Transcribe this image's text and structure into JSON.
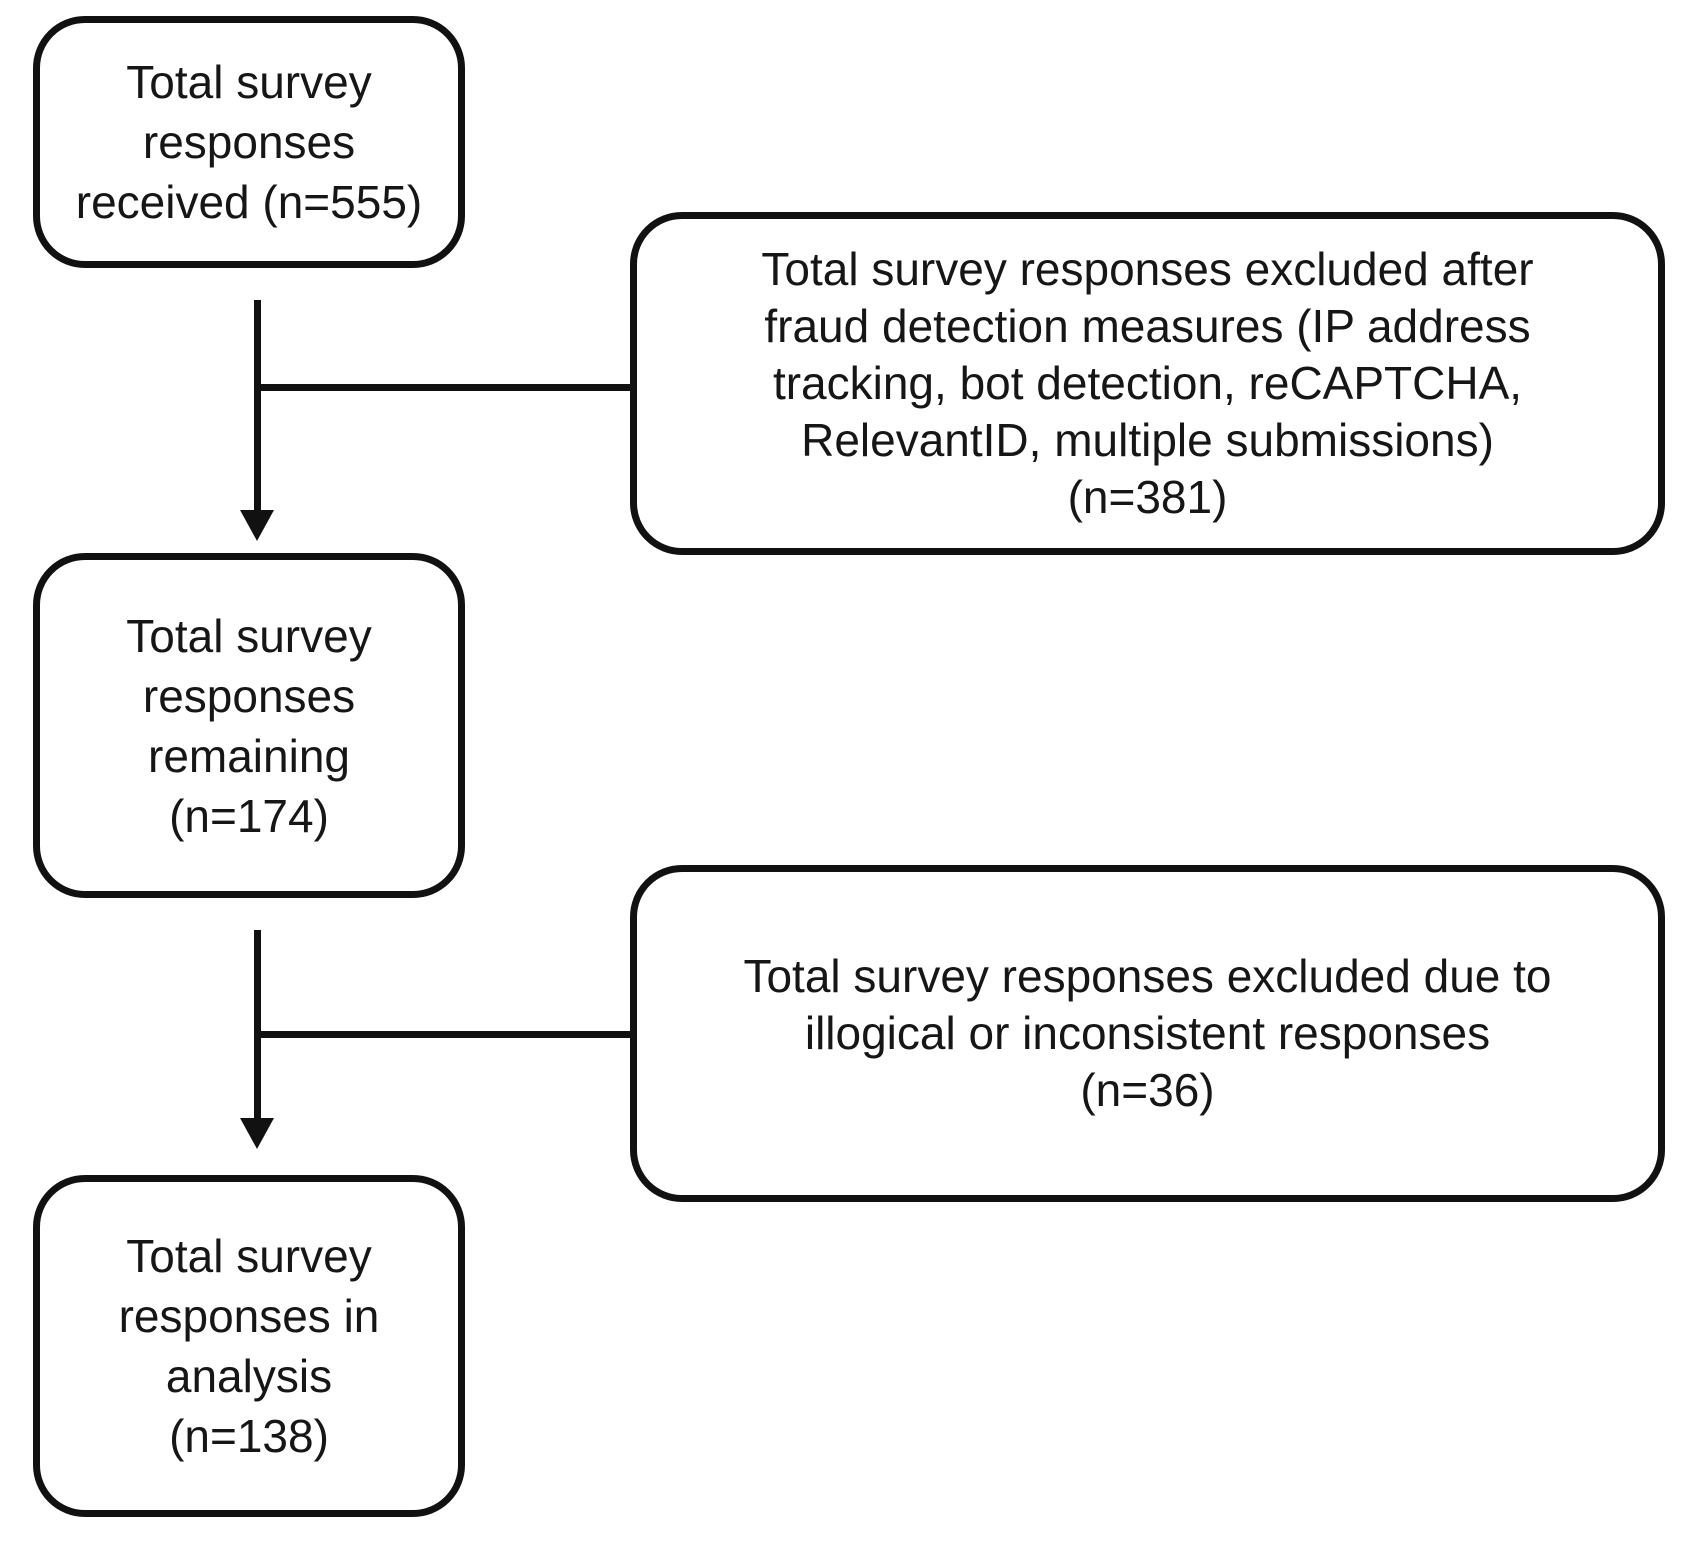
{
  "flowchart": {
    "nodes": {
      "received": {
        "label": "Total survey\nresponses\nreceived (n=555)",
        "n": 555
      },
      "excluded_fraud": {
        "label": "Total survey responses excluded after\nfraud detection measures (IP address\ntracking, bot detection, reCAPTCHA,\nRelevantID, multiple submissions)\n(n=381)",
        "n": 381
      },
      "remaining": {
        "label": "Total survey\nresponses\nremaining\n(n=174)",
        "n": 174
      },
      "excluded_illogical": {
        "label": "Total survey responses excluded due to\nillogical or inconsistent responses\n(n=36)",
        "n": 36
      },
      "analysis": {
        "label": "Total survey\nresponses in\nanalysis\n(n=138)",
        "n": 138
      }
    },
    "edges": [
      {
        "from": "received",
        "to": "remaining",
        "branch_to": "excluded_fraud"
      },
      {
        "from": "remaining",
        "to": "analysis",
        "branch_to": "excluded_illogical"
      }
    ],
    "colors": {
      "stroke": "#111111",
      "text": "#161616",
      "fill": "#ffffff"
    }
  }
}
